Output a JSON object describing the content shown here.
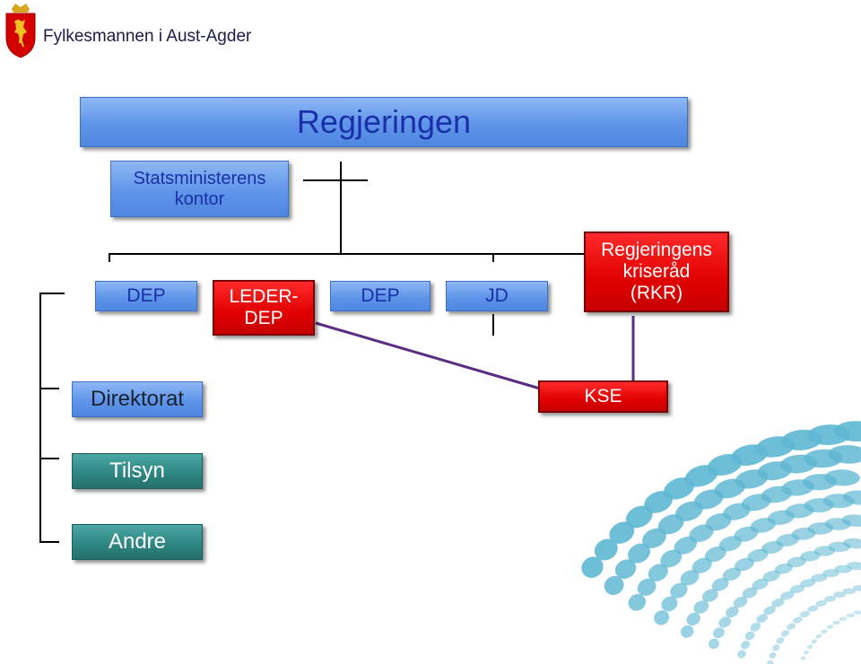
{
  "header": {
    "org_name": "Fylkesmannen i Aust-Agder",
    "coat_of_arms_icon": "norwegian-lion-crest-icon"
  },
  "diagram": {
    "top": "Regjeringen",
    "pm_office": "Statsministerens kontor",
    "dep1": "DEP",
    "leader_dep": "LEDER-DEP",
    "dep2": "DEP",
    "jd": "JD",
    "rkr": "Regjeringens kriseråd (RKR)",
    "kse": "KSE",
    "directorate": "Direktorat",
    "inspectorate": "Tilsyn",
    "others": "Andre"
  },
  "colors": {
    "blue_box": "#5e95ea",
    "red_box": "#e00000",
    "teal_box": "#2d8581",
    "connector_purple": "#5a2d82",
    "decor_cyan": "#5fb8d3"
  }
}
